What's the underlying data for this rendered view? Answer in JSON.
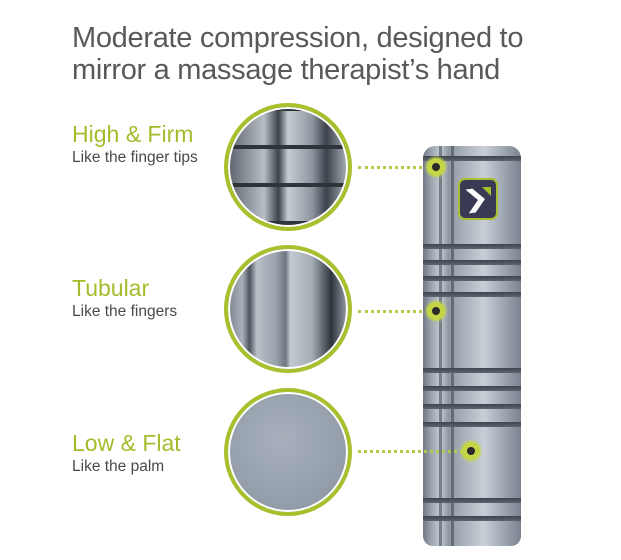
{
  "headline": {
    "line1": "Moderate compression, designed to",
    "line2": "mirror a massage therapist’s hand"
  },
  "features": [
    {
      "title": "High & Firm",
      "subtitle": "Like the finger tips",
      "texture": "grid-knobs"
    },
    {
      "title": "Tubular",
      "subtitle": "Like the fingers",
      "texture": "vertical-tubes"
    },
    {
      "title": "Low & Flat",
      "subtitle": "Like the palm",
      "texture": "flat-surface"
    }
  ],
  "product": {
    "name": "foam roller",
    "logo_icon": "trigger-point-logo-icon"
  },
  "colors": {
    "accent": "#a8bf2e",
    "headline": "#58595b",
    "subtitle": "#4a4a4a",
    "roller": "#9aa3ae"
  }
}
